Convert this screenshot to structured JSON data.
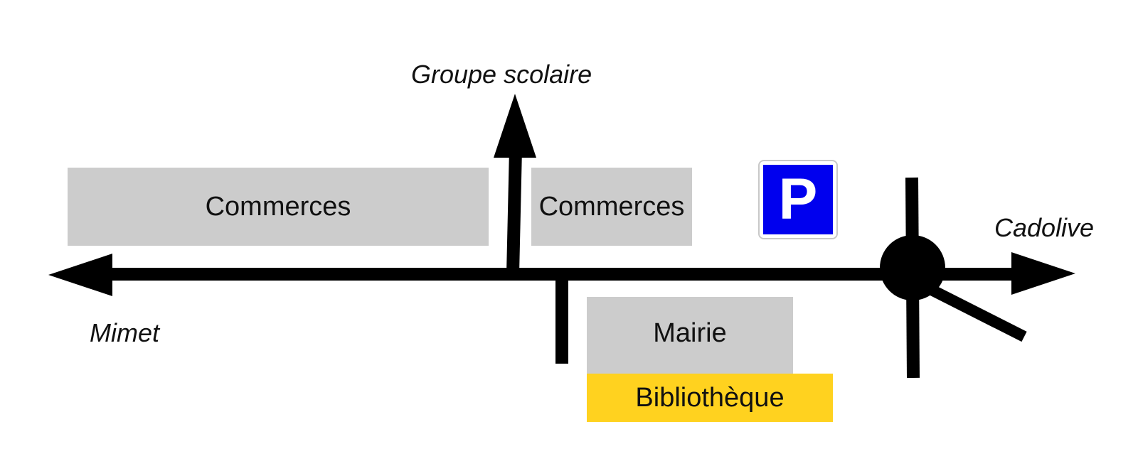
{
  "places": {
    "school": "Groupe scolaire",
    "mimet": "Mimet",
    "cadolive": "Cadolive"
  },
  "buildings": {
    "shops_left": "Commerces",
    "shops_right": "Commerces",
    "town_hall": "Mairie",
    "library": "Bibliothèque"
  },
  "parking": {
    "letter": "P",
    "icon": "parking-sign-icon"
  },
  "colors": {
    "road": "#000000",
    "building": "#cccccc",
    "library": "#ffd21f",
    "parking_panel": "#0000ee"
  }
}
